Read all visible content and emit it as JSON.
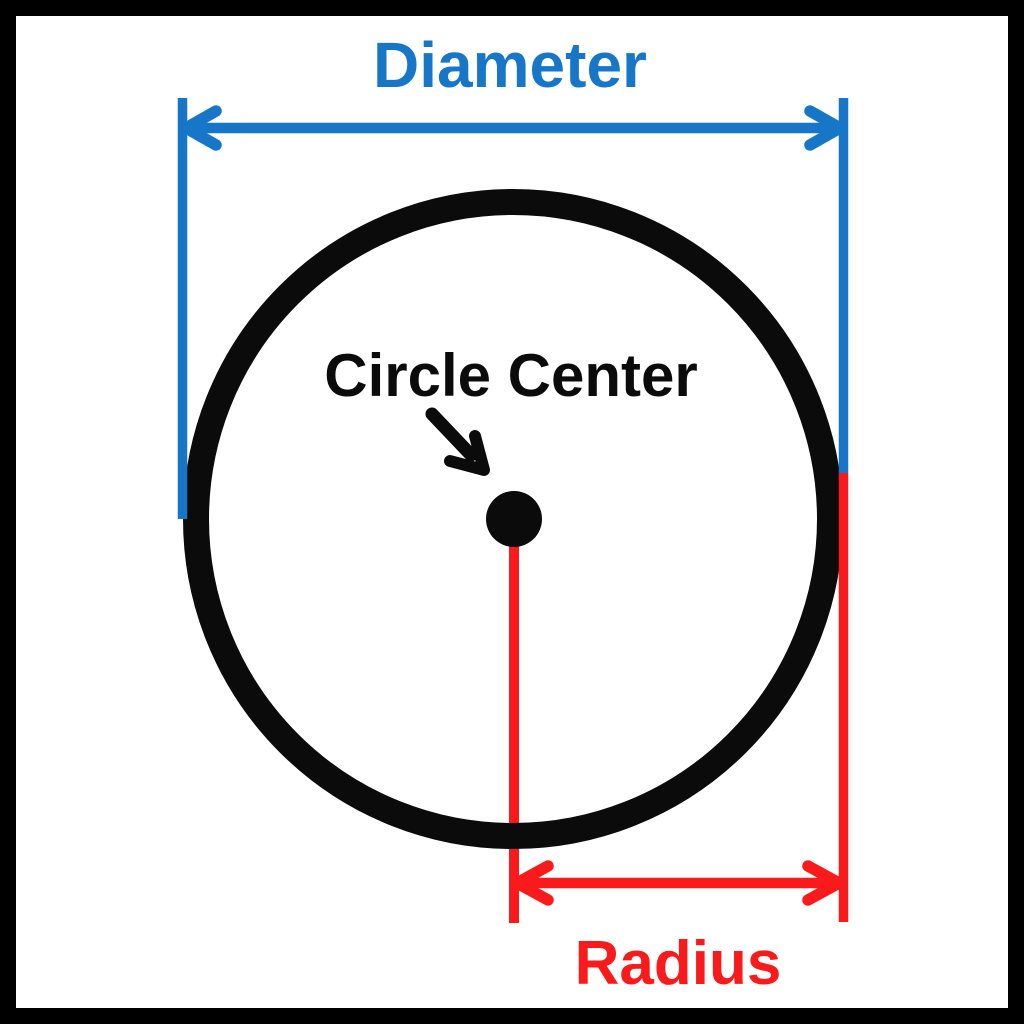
{
  "colors": {
    "background": "#ffffff",
    "border": "#000000",
    "ink": "#0b0b0b",
    "blue": "#1776c8",
    "red": "#f91a1b"
  },
  "labels": {
    "diameter": "Diameter",
    "circle_center": "Circle Center",
    "radius": "Radius"
  }
}
